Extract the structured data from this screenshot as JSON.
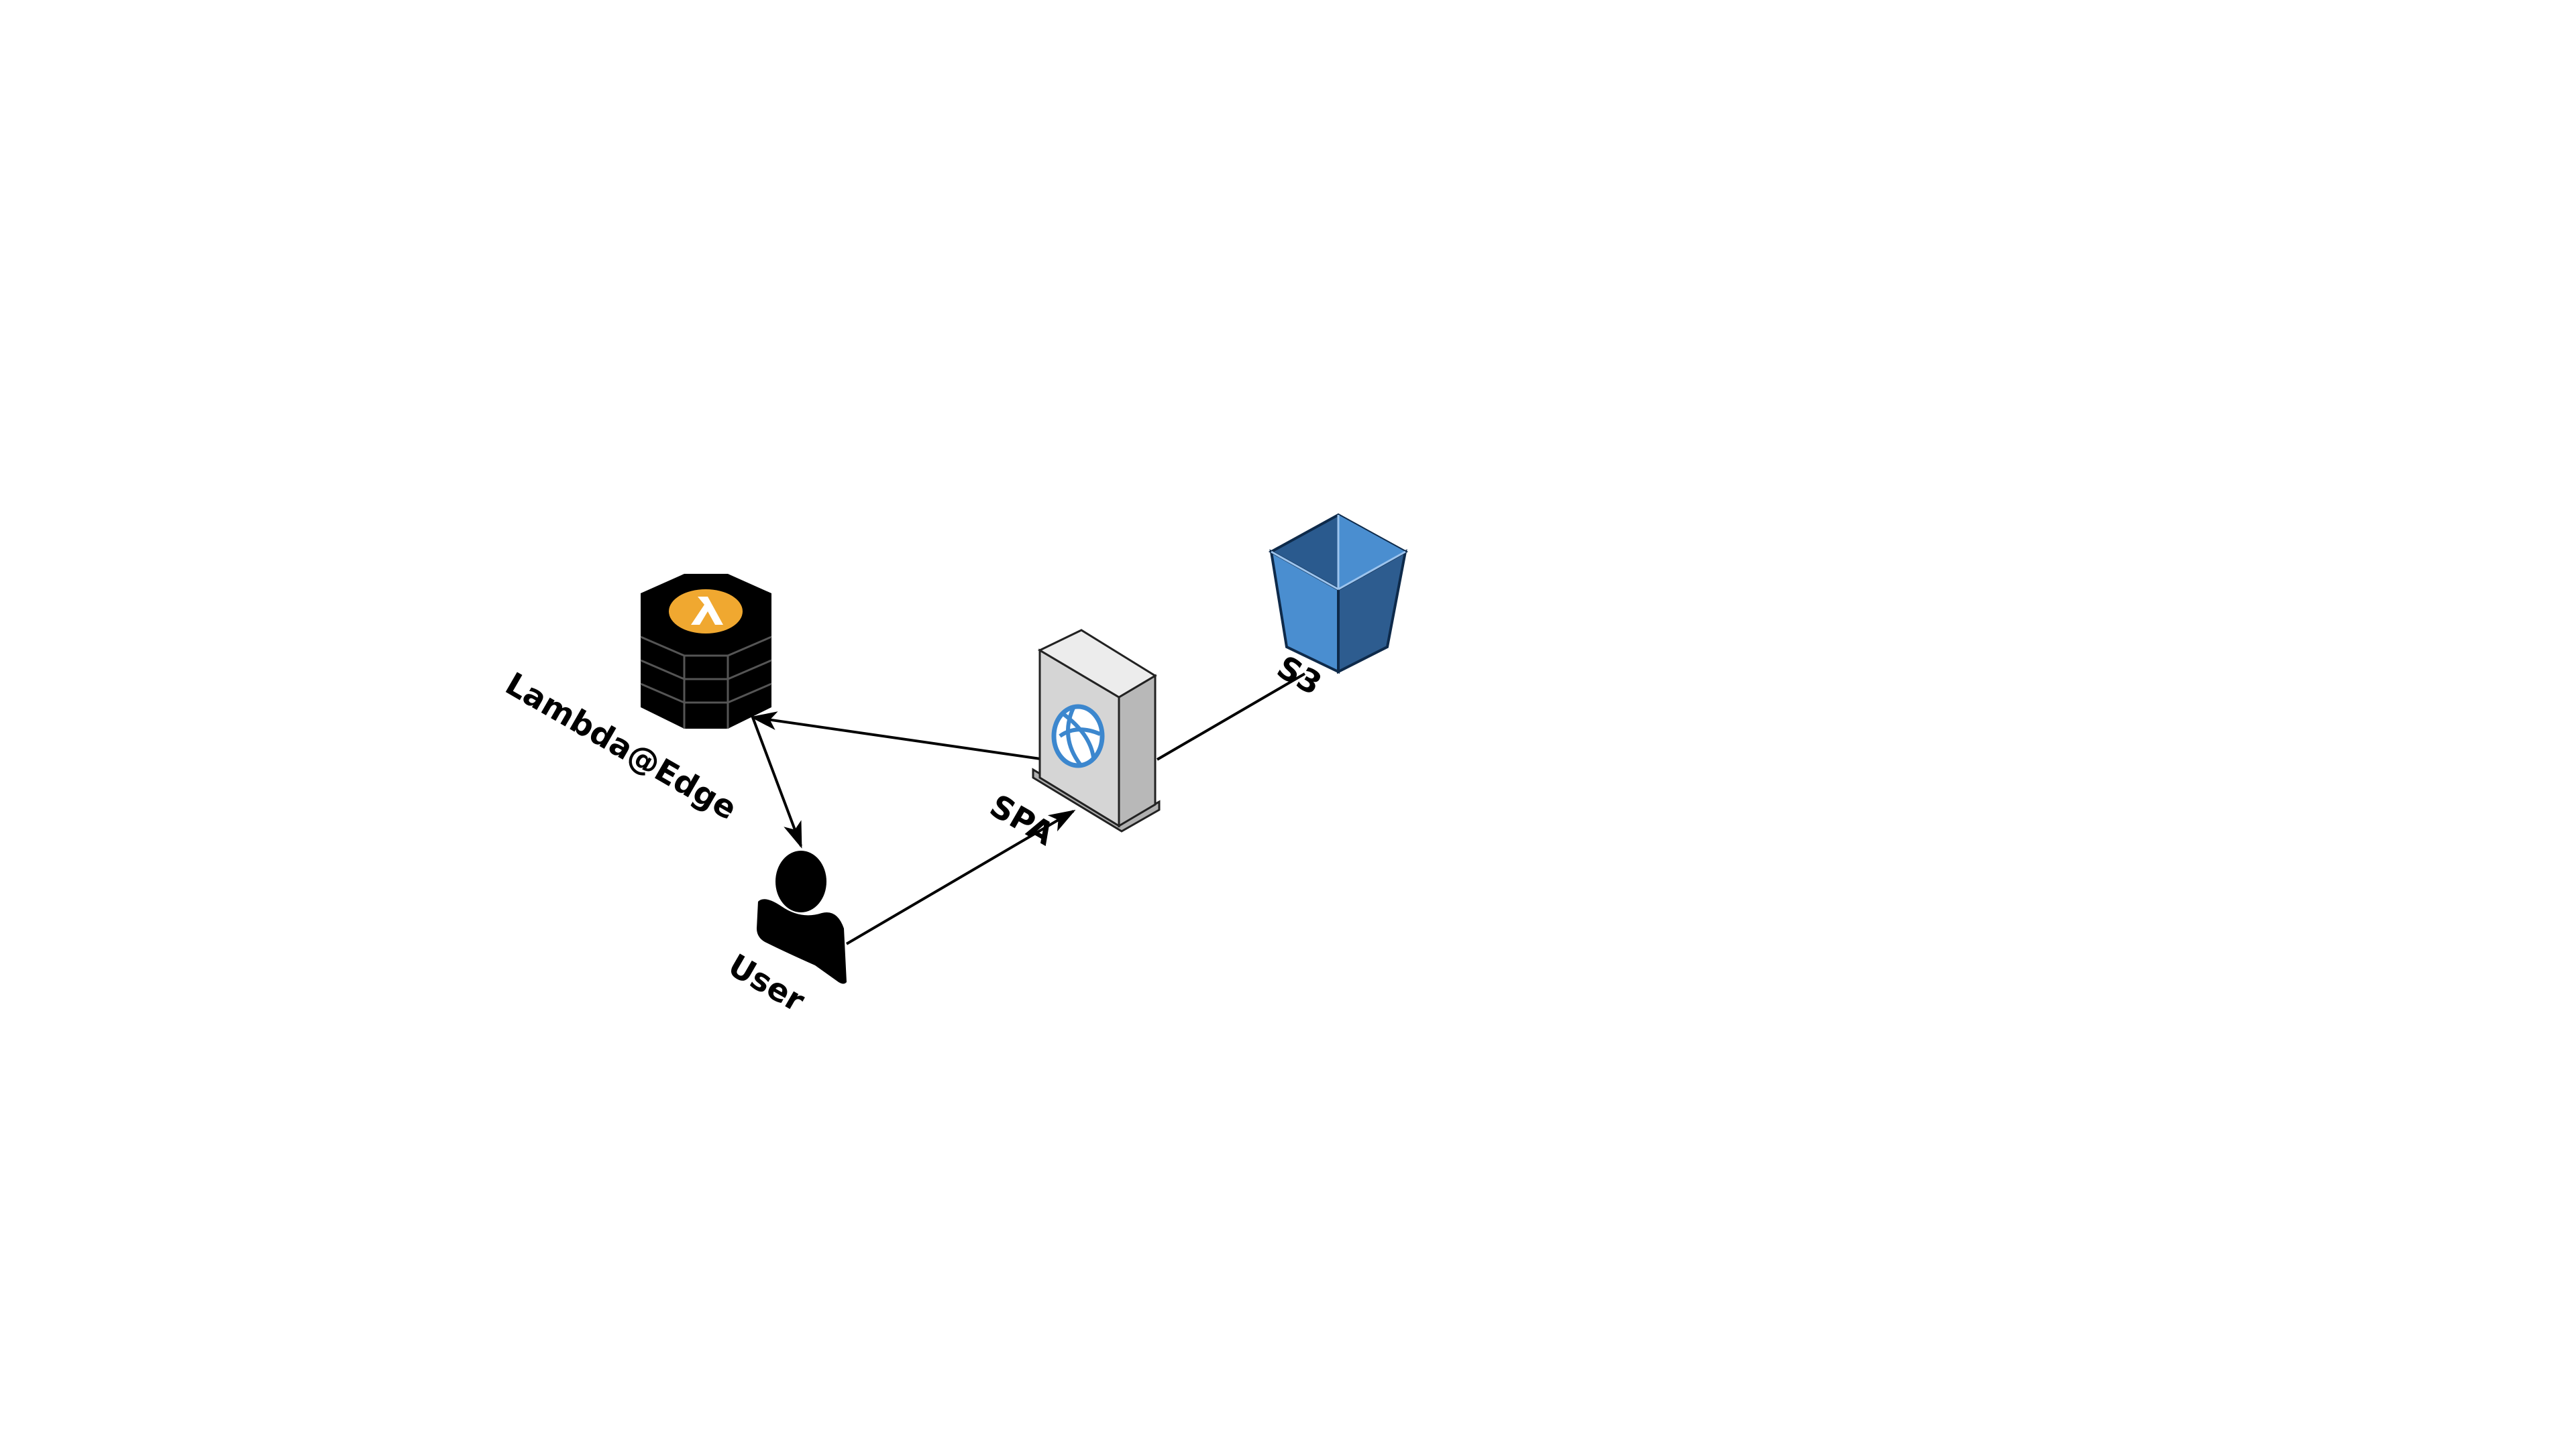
{
  "diagram": {
    "nodes": {
      "lambda": {
        "label": "Lambda@Edge",
        "icon": "lambda-edge-stack-icon"
      },
      "user": {
        "label": "User",
        "icon": "user-silhouette-icon"
      },
      "spa": {
        "label": "SPA",
        "icon": "web-server-globe-icon"
      },
      "s3": {
        "label": "S3",
        "icon": "s3-bucket-icon"
      }
    },
    "edges": [
      {
        "from": "spa",
        "to": "lambda",
        "arrow": "end"
      },
      {
        "from": "lambda",
        "to": "user",
        "arrow": "end"
      },
      {
        "from": "user",
        "to": "spa",
        "arrow": "end"
      },
      {
        "from": "spa",
        "to": "s3",
        "arrow": "none"
      }
    ],
    "colors": {
      "lambda_body": "#000000",
      "lambda_badge": "#F0A830",
      "server_face": "#D5D5D5",
      "server_top": "#ECECEC",
      "server_side": "#B8B8B8",
      "globe": "#3C87CE",
      "bucket_light": "#4A8ED0",
      "bucket_dark": "#2D5C8F",
      "user": "#000000"
    }
  }
}
